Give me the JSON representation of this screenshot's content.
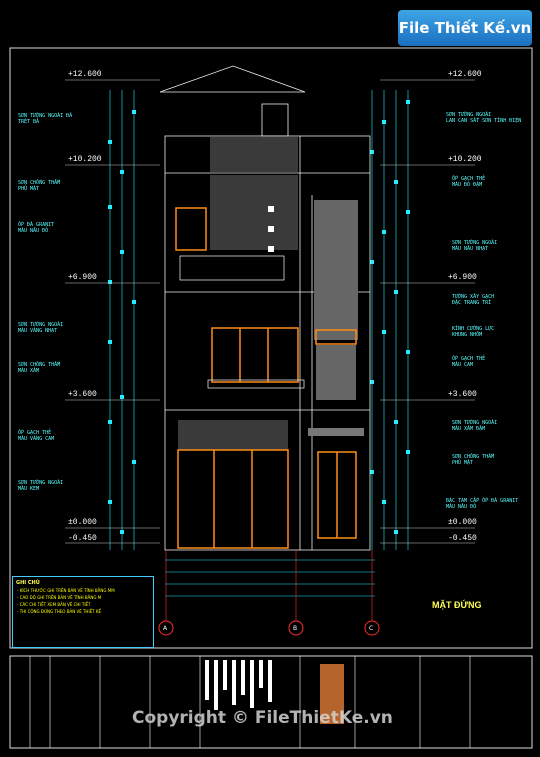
{
  "watermark": {
    "logo_text": "File Thiết Kế.vn",
    "copyright": "Copyright © FileThietKe.vn"
  },
  "drawing": {
    "title": "MẶT ĐỨNG",
    "levels": [
      {
        "label": "+12.600"
      },
      {
        "label": "+10.200"
      },
      {
        "label": "+6.900"
      },
      {
        "label": "+3.600"
      },
      {
        "label": "±0.000"
      },
      {
        "label": "-0.450"
      }
    ]
  },
  "left_annotations": [
    "SƠN TƯỜNG NGOÀI ĐÃ\nTRÉT BẢ",
    "SƠN CHỐNG THẤM\nPHỦ MẶT",
    "ỐP ĐÁ GRANIT\nMÀU NÂU ĐỎ",
    "SƠN TƯỜNG NGOÀI\nMÀU VÀNG NHẠT",
    "SƠN CHỐNG THẤM\nMÀU XÁM",
    "ỐP GẠCH THẺ\nMÀU VÀNG CAM",
    "SƠN TƯỜNG NGOÀI\nMÀU KEM"
  ],
  "right_annotations": [
    "SƠN TƯỜNG NGOÀI\nLAN CAN SẮT SƠN TĨNH ĐIỆN",
    "ỐP GẠCH THẺ\nMÀU ĐỎ ĐẬM",
    "SƠN TƯỜNG NGOÀI\nMÀU NÂU NHẠT",
    "TƯỜNG XÂY GẠCH\nĐẶC TRANG TRÍ",
    "KÍNH CƯỜNG LỰC\nKHUNG NHÔM",
    "ỐP GẠCH THẺ\nMÀU CAM",
    "SƠN TƯỜNG NGOÀI\nMÀU XÁM ĐẬM",
    "SƠN CHỐNG THẤM\nPHỦ MẶT",
    "BẬC TAM CẤP ỐP ĐÁ GRANIT\nMÀU NÂU ĐỎ"
  ],
  "notes": {
    "heading": "GHI CHÚ",
    "lines": [
      "- KÍCH THƯỚC GHI TRÊN BẢN VẼ TÍNH BẰNG MM",
      "- CAO ĐỘ GHI TRÊN BẢN VẼ TÍNH BẰNG M",
      "- CÁC CHI TIẾT XEM BẢN VẼ CHI TIẾT",
      "- THI CÔNG ĐÚNG THEO BẢN VẼ THIẾT KẾ"
    ]
  },
  "grid_axes": [
    "A",
    "B",
    "C"
  ],
  "colors": {
    "background": "#000000",
    "dimension": "#00ffff",
    "outline": "#ffffff",
    "accent": "#ff8c1a"
  }
}
